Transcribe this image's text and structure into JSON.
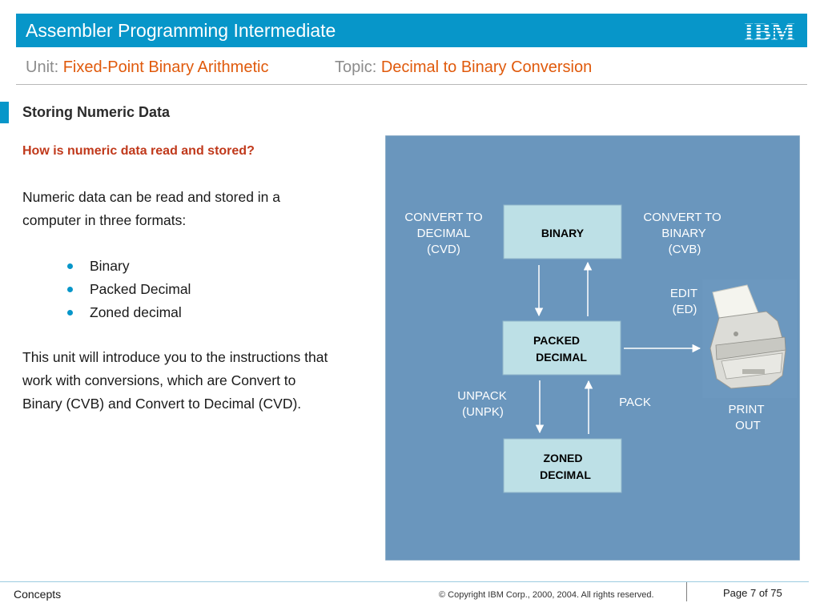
{
  "header": {
    "title": "Assembler Programming Intermediate",
    "logo": "IBM",
    "bar_color": "#0796c9"
  },
  "unit": {
    "label": "Unit:",
    "value": "Fixed-Point Binary Arithmetic"
  },
  "topic": {
    "label": "Topic:",
    "value": "Decimal to Binary Conversion"
  },
  "section_title": "Storing Numeric Data",
  "body": {
    "question": "How is numeric data read and stored?",
    "intro_line1": "Numeric data can be read and stored in a",
    "intro_line2": "computer in three formats:",
    "bullets": [
      "Binary",
      "Packed Decimal",
      "Zoned decimal"
    ],
    "outro_line1": "This unit will introduce you to the instructions that",
    "outro_line2": "work with conversions, which are Convert to",
    "outro_line3": "Binary (CVB) and Convert to Decimal (CVD)."
  },
  "diagram": {
    "panel_color": "#6a96bd",
    "box_color": "#bde0e6",
    "boxes": {
      "binary": "BINARY",
      "packed_line1": "PACKED",
      "packed_line2": "DECIMAL",
      "zoned_line1": "ZONED",
      "zoned_line2": "DECIMAL"
    },
    "labels": {
      "cvd_line1": "CONVERT TO",
      "cvd_line2": "DECIMAL",
      "cvd_line3": "(CVD)",
      "cvb_line1": "CONVERT TO",
      "cvb_line2": "BINARY",
      "cvb_line3": "(CVB)",
      "edit_line1": "EDIT",
      "edit_line2": "(ED)",
      "unpack_line1": "UNPACK",
      "unpack_line2": "(UNPK)",
      "pack": "PACK",
      "print_line1": "PRINT",
      "print_line2": "OUT"
    },
    "printer_icon": "printer-icon"
  },
  "footer": {
    "left": "Concepts",
    "copyright": "© Copyright IBM Corp., 2000, 2004. All rights reserved.",
    "page": "Page 7 of 75"
  }
}
